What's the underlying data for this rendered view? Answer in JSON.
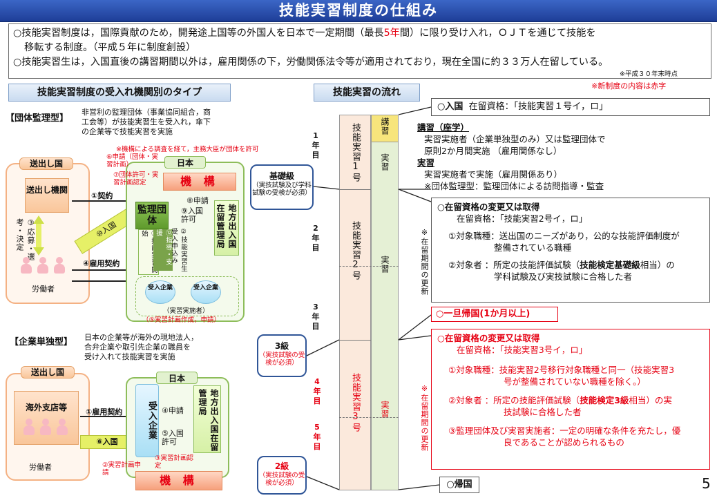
{
  "header": {
    "title": "技能実習制度の仕組み"
  },
  "intro": {
    "line1a": "○技能実習制度は，国際貢献のため，開発途上国等の外国人を日本で一定期間（最長",
    "line1b": "5年",
    "line1c": "間）に限り受け入れ，ＯＪＴを通じて技能を",
    "line2": "移転する制度。（平成５年に制度創設）",
    "line3": "○技能実習生は，入国直後の講習期間以外は，雇用関係の下，労働関係法令等が適用されており，現在全国に約３３万人在留している。",
    "note": "※平成３０年末時点"
  },
  "red_note": "※新制度の内容は赤字",
  "left": {
    "heading": "技能実習制度の受入れ機関別のタイプ",
    "dantai": {
      "label": "【団体監理型】",
      "desc1": "非営利の監理団体（事業協同組合，商",
      "desc2": "工会等）が技能実習生を受入れ，傘下",
      "desc3": "の企業等で技能実習を実施",
      "red_note": "※機構による調査を経て，主務大臣が団体を許可",
      "okurishi_koku": "送出し国",
      "okurishi_kikan": "送出し機関",
      "nihon": "日本",
      "kiko": "機 構",
      "kanri": "監理団体",
      "bureau": "地方出入国在留管理局",
      "workers": "労働者",
      "step1": "①契約",
      "step3": "③応募・選考・決定",
      "step4": "④雇用契約",
      "step10": "⑩入国",
      "step6": "⑥申請（団体・実習計画）",
      "step7": "⑦団体許可・実習計画認定",
      "step8": "⑧申請",
      "step9": "⑨入国許可",
      "step11": "⑪技能実習開始",
      "step12": "⑫指導・支援",
      "step2": "②技能実習生受入申込み",
      "ukeire": "受入企業",
      "jisshi": "（実習実施者）",
      "step5": "（⑤実習計画作成，申請）"
    },
    "kigyo": {
      "label": "【企業単独型】",
      "desc1": "日本の企業等が海外の現地法人，",
      "desc2": "合弁企業や取引先企業の職員を",
      "desc3": "受け入れて技能実習を実施",
      "okurishi_koku": "送出し国",
      "branch": "海外支店等",
      "workers": "労働者",
      "nihon": "日本",
      "ukeire": "受入企業",
      "bureau": "地方出入国在留管理局",
      "kiko": "機 構",
      "step1": "①雇用契約",
      "step6": "⑥入国",
      "step4": "④申請",
      "step5": "⑤入国許可",
      "step2": "②実習計画申請",
      "step3": "③実習計画認定"
    }
  },
  "right": {
    "heading": "技能実習の流れ",
    "years": [
      "1年目",
      "2年目",
      "3年目",
      "4年目",
      "5年目"
    ],
    "col_a": [
      "技能実習1号",
      "技能実習2号",
      "技能実習3号"
    ],
    "col_b": [
      "講習",
      "実習",
      "実習",
      "実習"
    ],
    "badges": [
      {
        "title": "基礎級",
        "sub": "（実技試験及び学科試験の受検が必須）"
      },
      {
        "title": "3級",
        "sub": "（実技試験の受検が必須）"
      },
      {
        "title": "2級",
        "sub": "（実技試験の受検が必須）"
      }
    ],
    "nyukoku": {
      "title": "○入国",
      "text": "在留資格：「技能実習１号イ，ロ」"
    },
    "kosyu_title": "講習（座学）",
    "kosyu1": "実習実施者（企業単独型のみ）又は監理団体で",
    "kosyu2": "原則2か月間実施 （雇用関係なし）",
    "jisshu_title": "実習",
    "jisshu1": "実習実施者で実施（雇用関係あり）",
    "jisshu2": "※団体監理型：監理団体による訪問指導・監査",
    "change1": {
      "title": "○在留資格の変更又は取得",
      "status": "在留資格：「技能実習2号イ，ロ」",
      "i1a": "①対象職種：送出国のニーズがあり，公的な技能評価制度が",
      "i1b": "整備されている職種",
      "i2a": "②対象者 ：所定の技能評価試験（",
      "i2b": "技能検定基礎級",
      "i2c": "相当）の",
      "i2d": "学科試験及び実技試験に合格した者"
    },
    "side_note": "※在留期間の更新",
    "kikoku_once": "○一旦帰国(1か月以上)",
    "change2": {
      "title": "○在留資格の変更又は取得",
      "status": "在留資格：「技能実習3号イ，ロ」",
      "i1a": "①対象職種：技能実習2号移行対象職種と同一（技能実習3",
      "i1b": "号が整備されていない職種を除く。）",
      "i2a": "②対象者 ：所定の技能評価試験（",
      "i2b": "技能検定3級",
      "i2c": "相当）の実",
      "i2d": "技試験に合格した者",
      "i3a": "③監理団体及び実習実施者：一定の明確な条件を充たし，優",
      "i3b": "良であることが認められるもの"
    },
    "kikoku": "○帰国"
  },
  "page_number": "5"
}
